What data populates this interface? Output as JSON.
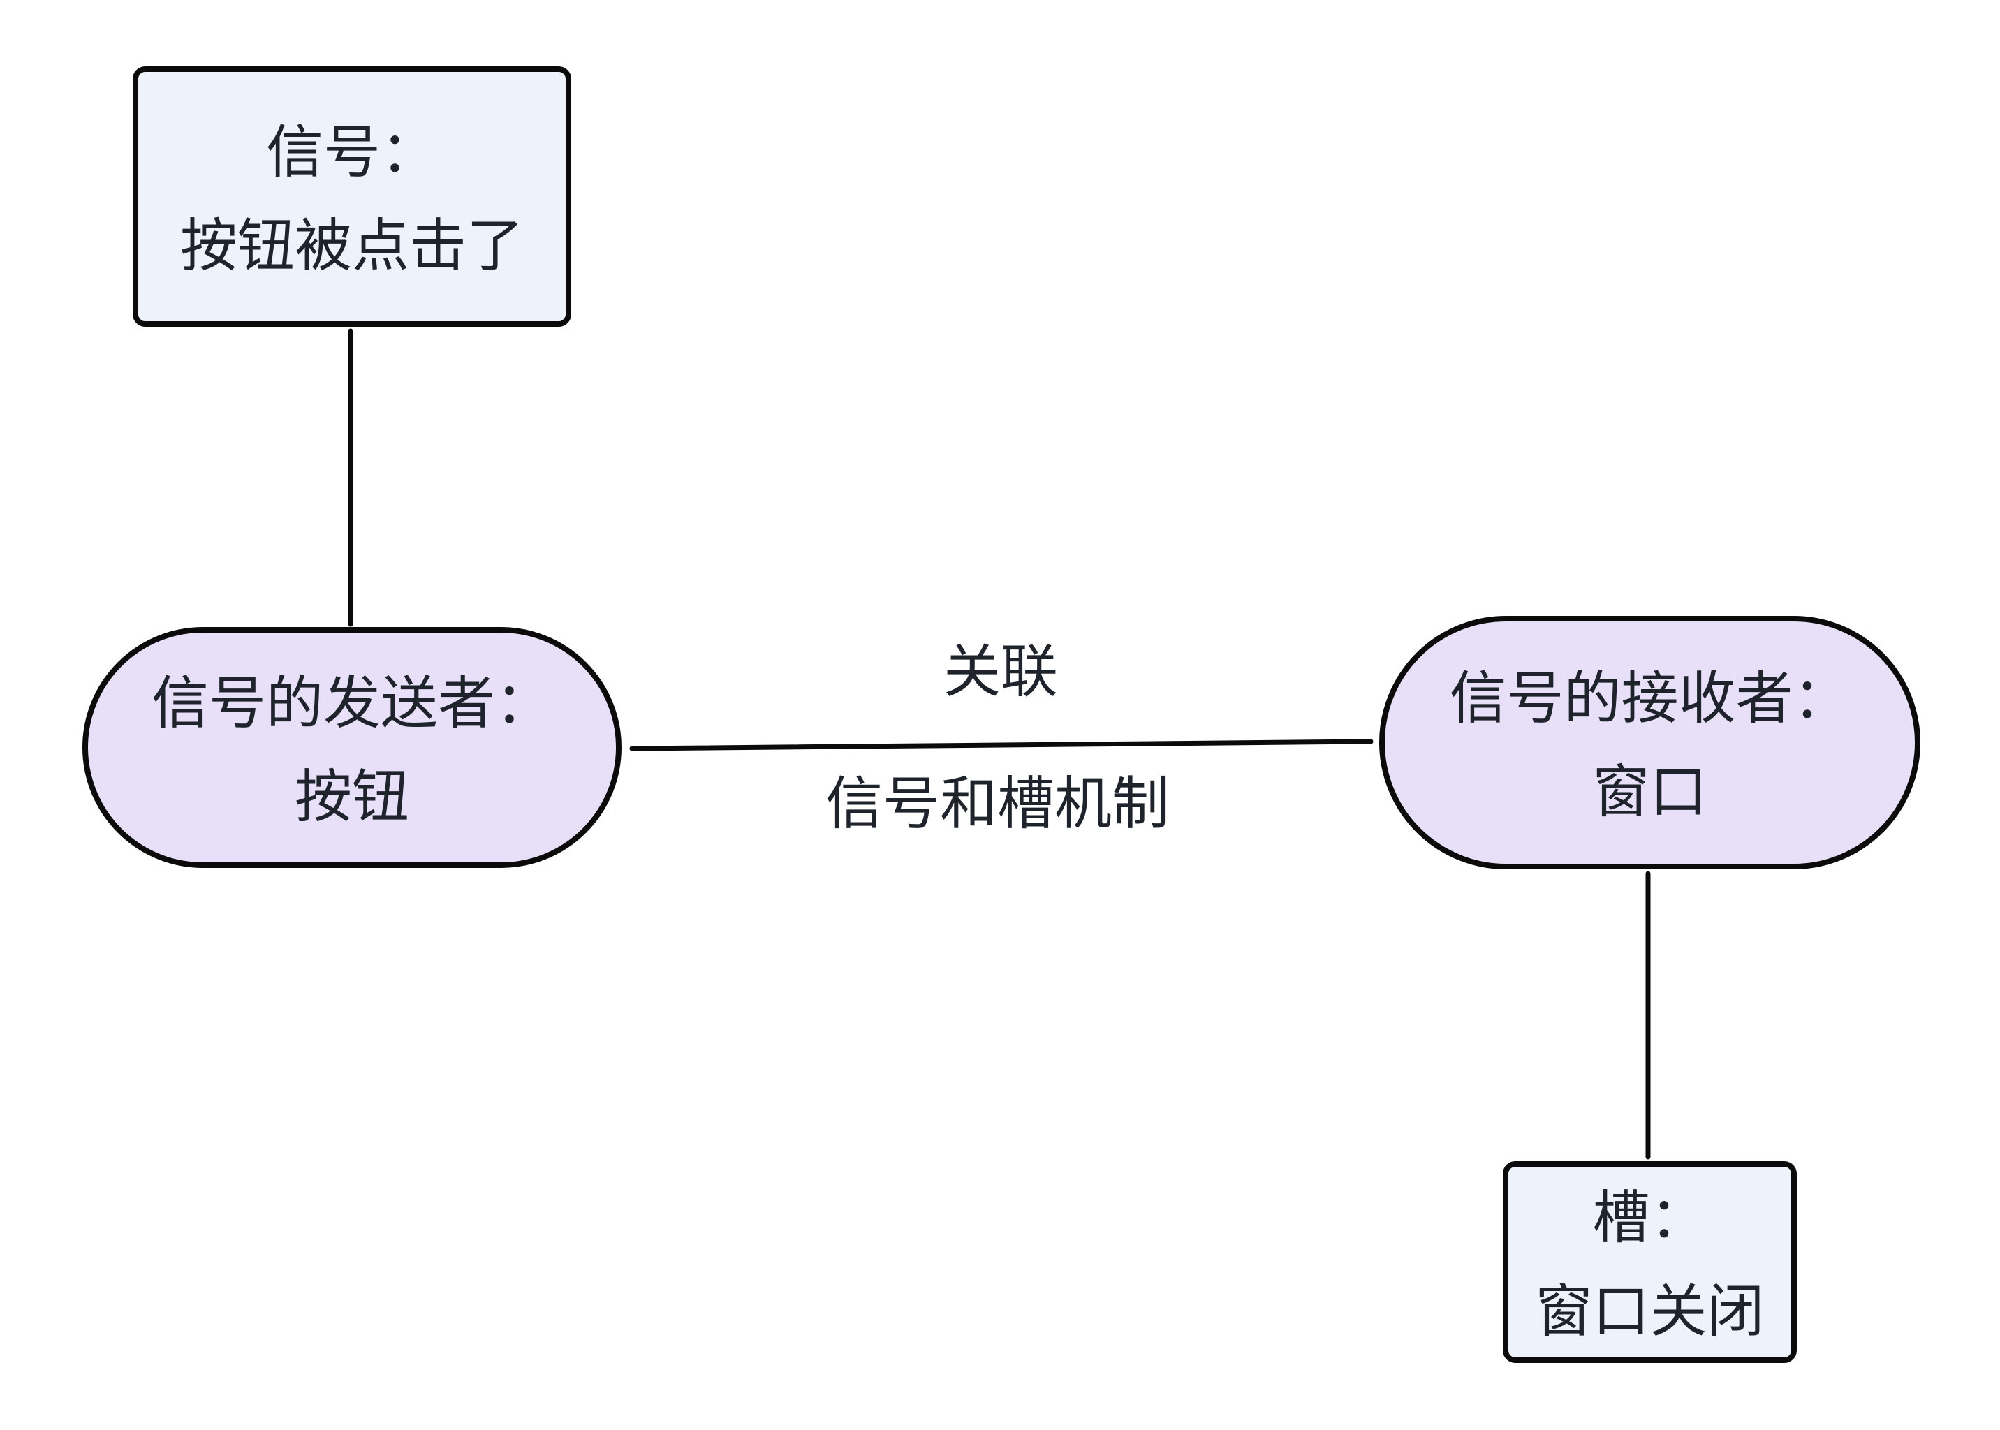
{
  "diagram": {
    "kind": "flowchart",
    "background": "#ffffff",
    "stroke_color": "#0b0b0b",
    "text_color": "#1f242c",
    "rect_fill": "#edf2fb",
    "stadium_fill": "#e7e0f8"
  },
  "nodes": {
    "signal": {
      "shape": "rounded-rect",
      "line1": "信号：",
      "line2": "按钮被点击了"
    },
    "sender": {
      "shape": "stadium",
      "line1": "信号的发送者：",
      "line2": "按钮"
    },
    "receiver": {
      "shape": "stadium",
      "line1": "信号的接收者：",
      "line2": "窗口"
    },
    "slot": {
      "shape": "rounded-rect",
      "line1": "槽：",
      "line2": "窗口关闭"
    }
  },
  "edges": {
    "signal_sender": {
      "from": "signal",
      "to": "sender"
    },
    "sender_receiver": {
      "from": "sender",
      "to": "receiver",
      "label_above": "关联",
      "label_below": "信号和槽机制"
    },
    "receiver_slot": {
      "from": "receiver",
      "to": "slot"
    }
  }
}
